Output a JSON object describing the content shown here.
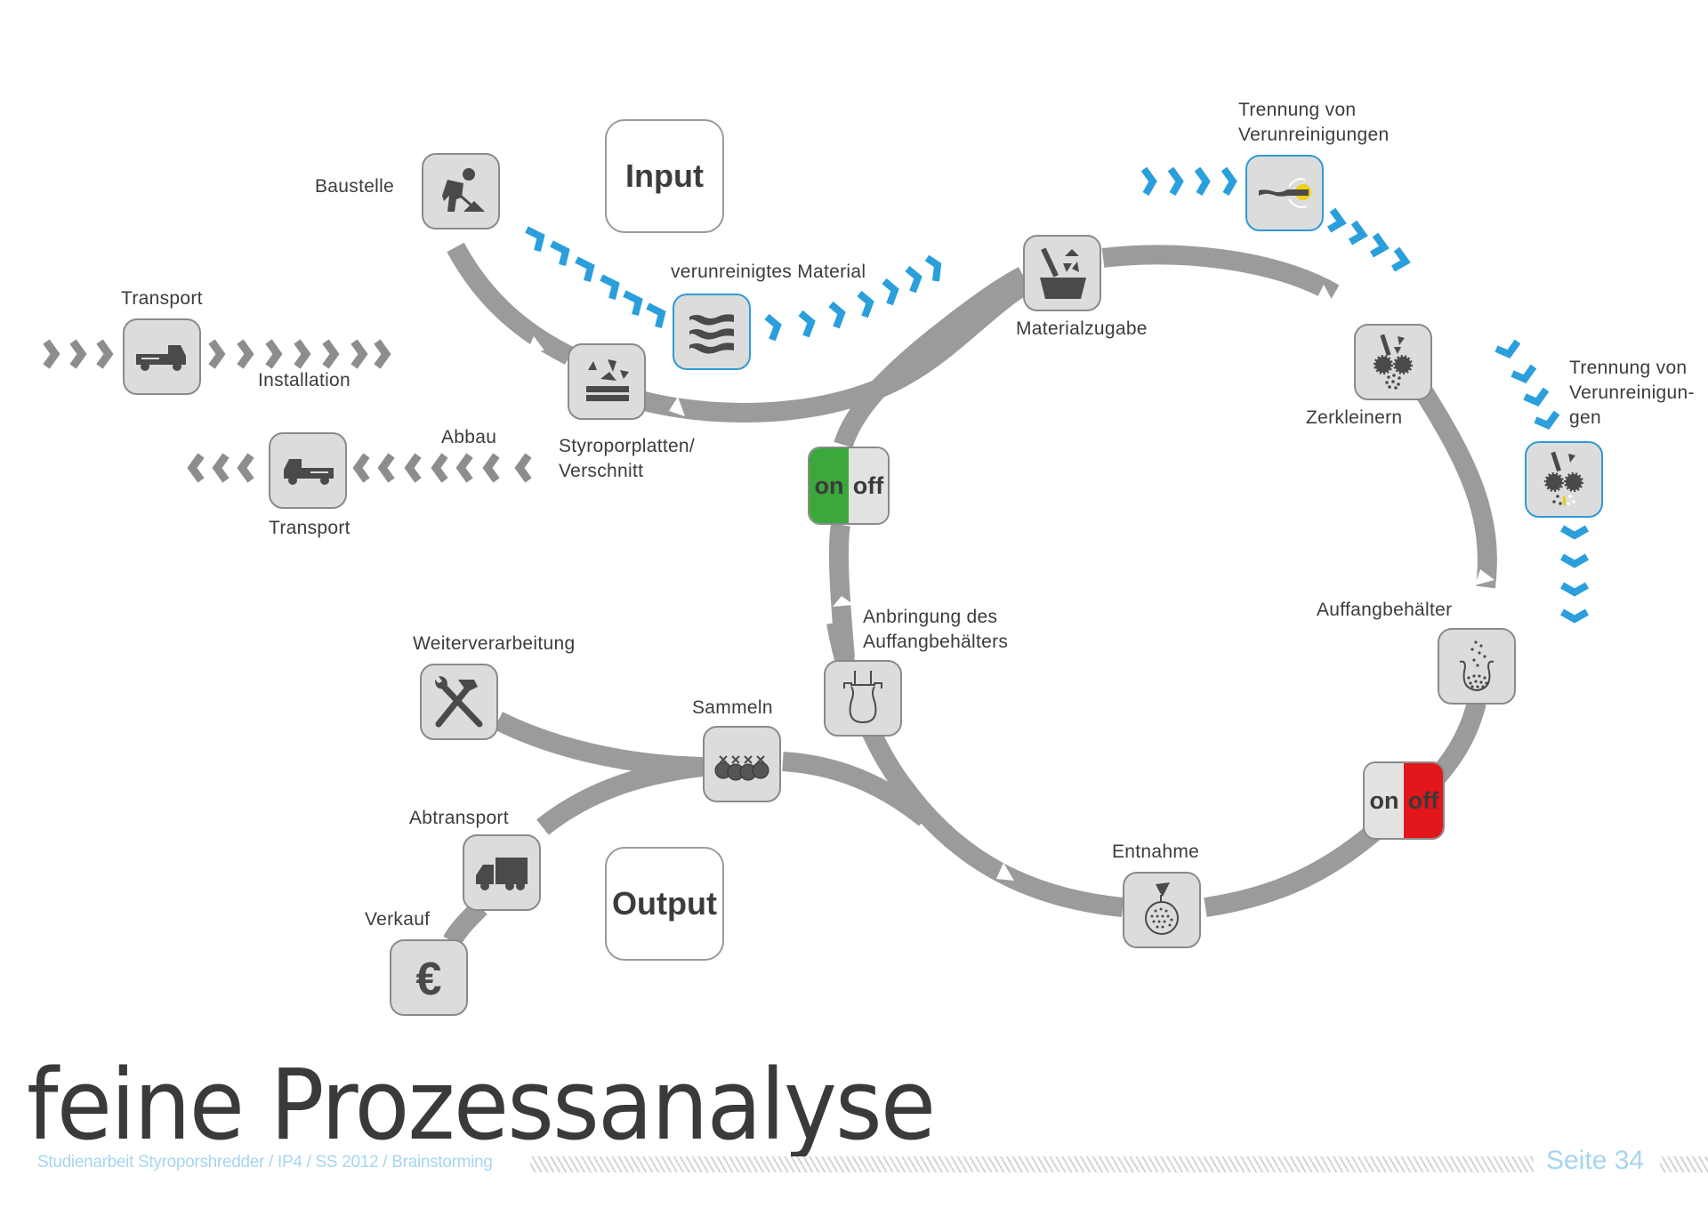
{
  "title": "feine Prozessanalyse",
  "footer": {
    "breadcrumb": "Studienarbeit Styroporshredder  /  IP4  / SS 2012  /  Brainstorming",
    "page": "Seite 34"
  },
  "colors": {
    "flow_gray": "#9b9b9b",
    "arrow_blue": "#2a9fdc",
    "switch_on_green": "#3aa83a",
    "switch_off_red": "#e3161c",
    "node_fill": "#dcdcdc",
    "footer_blue": "#a6d5ef"
  },
  "boxes": {
    "input": "Input",
    "output": "Output"
  },
  "switches": {
    "start": {
      "on": "on",
      "off": "off",
      "active": "on"
    },
    "stop": {
      "on": "on",
      "off": "off",
      "active": "off"
    }
  },
  "nodes": {
    "baustelle": {
      "label": "Baustelle",
      "icon": "construction-worker-icon"
    },
    "transport_in": {
      "label": "Transport",
      "icon": "pickup-truck-icon"
    },
    "installation": {
      "label": "Installation"
    },
    "abbau": {
      "label": "Abbau"
    },
    "transport_out": {
      "label": "Transport",
      "icon": "pickup-truck-icon"
    },
    "styropor": {
      "label_line1": "Styroporplatten/",
      "label_line2": "Verschnitt",
      "icon": "foam-boards-icon"
    },
    "verunreinigt": {
      "label": "verunreinigtes Material",
      "icon": "contaminated-layers-icon"
    },
    "trennung1": {
      "label_line1": "Trennung von",
      "label_line2": "Verunreinigungen",
      "icon": "separation-icon"
    },
    "materialzugabe": {
      "label": "Materialzugabe",
      "icon": "hopper-icon"
    },
    "zerkleinern": {
      "label": "Zerkleinern",
      "icon": "shredder-icon"
    },
    "trennung2": {
      "label_line1": "Trennung von",
      "label_line2": "Verunreinigun-",
      "label_line3": "gen",
      "icon": "shredder-separation-icon"
    },
    "auffangbehaelter": {
      "label": "Auffangbehälter",
      "icon": "collecting-bag-icon"
    },
    "entnahme": {
      "label": "Entnahme",
      "icon": "bag-removal-icon"
    },
    "anbringung": {
      "label_line1": "Anbringung des",
      "label_line2": "Auffangbehälters",
      "icon": "bag-attach-icon"
    },
    "sammeln": {
      "label": "Sammeln",
      "icon": "bags-icon"
    },
    "weiterverarbeitung": {
      "label": "Weiterverarbeitung",
      "icon": "tools-icon"
    },
    "abtransport": {
      "label": "Abtransport",
      "icon": "lorry-icon"
    },
    "verkauf": {
      "label": "Verkauf",
      "icon": "euro-icon"
    }
  }
}
